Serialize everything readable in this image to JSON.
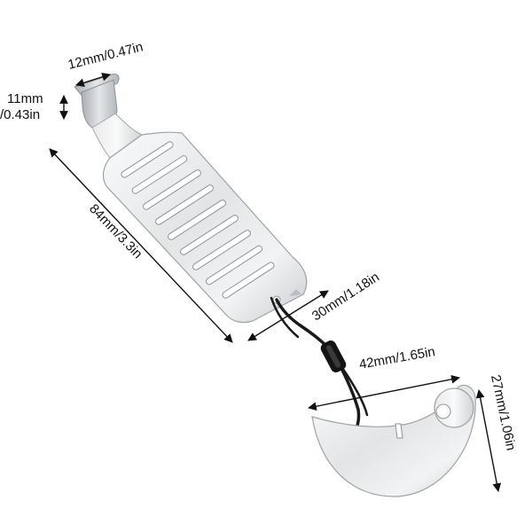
{
  "dimensions": {
    "hook_width": "12mm/0.47in",
    "hook_depth_mm": "11mm",
    "hook_depth_in": "/0.43in",
    "plate_length": "84mm/3.3in",
    "plate_width": "30mm/1.18in",
    "cutter_width": "42mm/1.65in",
    "cutter_height": "27mm/1.06in"
  },
  "colors": {
    "steel_light": "#f4f5f6",
    "steel_mid": "#d6d8db",
    "steel_dark": "#9ea2a7",
    "cord": "#1a1a1a",
    "arrow": "#111111"
  }
}
